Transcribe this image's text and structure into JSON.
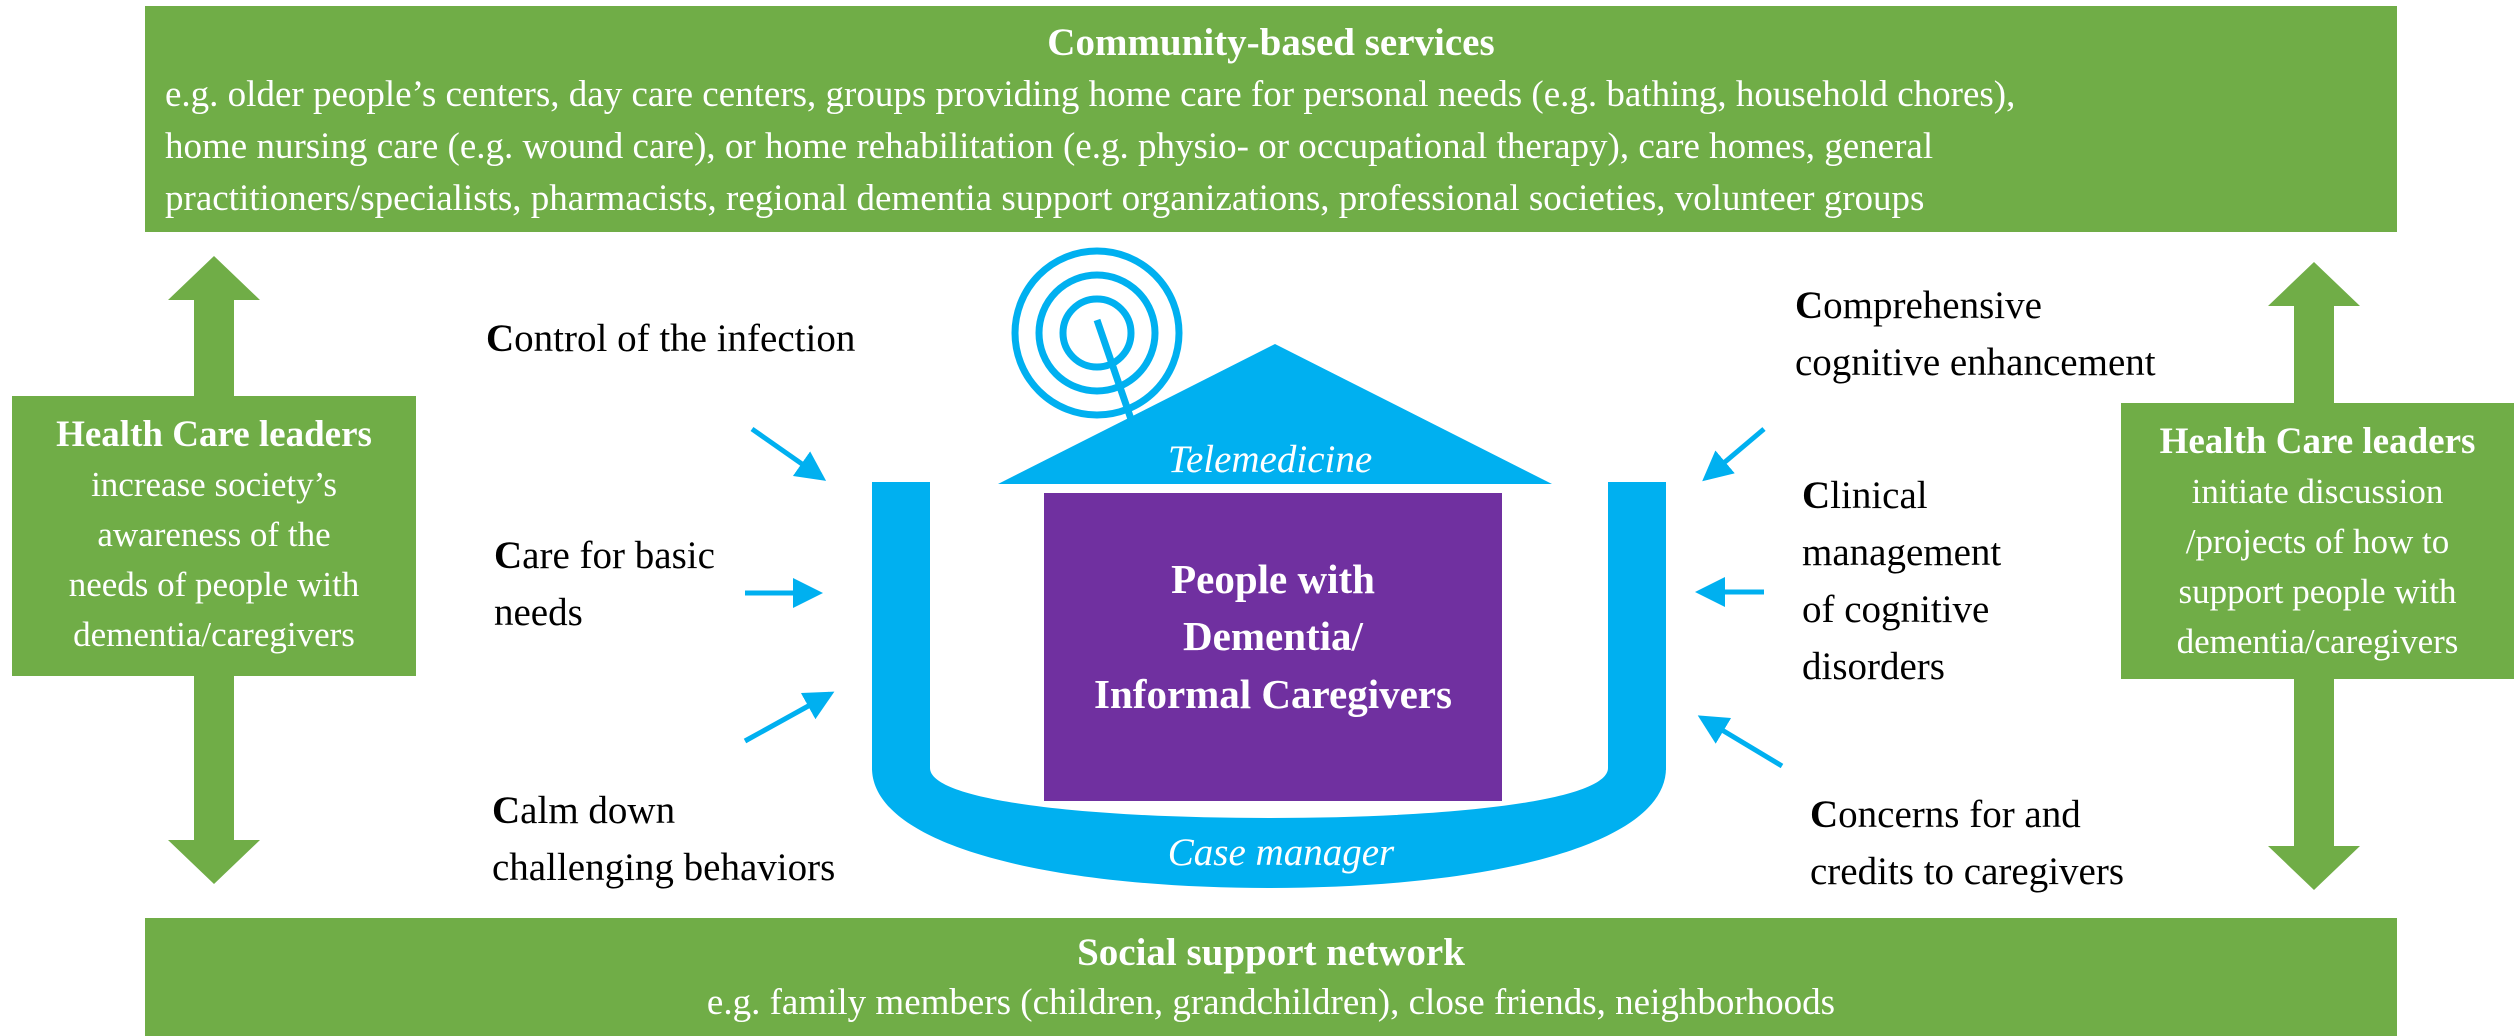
{
  "community": {
    "title": "Community-based services",
    "lines": [
      "e.g. older people’s centers, day care centers, groups providing home care for personal needs (e.g. bathing, household chores),",
      "home nursing care (e.g. wound care), or home rehabilitation (e.g. physio- or occupational therapy), care homes, general",
      "practitioners/specialists, pharmacists, regional dementia support organizations, professional societies, volunteer groups"
    ]
  },
  "social": {
    "title": "Social support network",
    "subtitle": "e.g. family members (children, grandchildren), close friends, neighborhoods"
  },
  "leader_left": {
    "title": "Health Care leaders",
    "lines": [
      "increase society’s",
      "awareness of the",
      "needs of people with",
      "dementia/caregivers"
    ]
  },
  "leader_right": {
    "title": "Health Care leaders",
    "lines": [
      "initiate discussion",
      "/projects of how to",
      "support people with",
      "dementia/caregivers"
    ]
  },
  "left_items": [
    {
      "initial": "C",
      "lines": [
        "ontrol of the infection"
      ]
    },
    {
      "initial": "C",
      "lines": [
        "are for basic",
        "needs"
      ]
    },
    {
      "initial": "C",
      "lines": [
        "alm down",
        "challenging behaviors"
      ]
    }
  ],
  "right_items": [
    {
      "initial": "C",
      "lines": [
        "omprehensive",
        "cognitive enhancement"
      ]
    },
    {
      "initial": "C",
      "lines": [
        "linical",
        "management",
        "of cognitive",
        "disorders"
      ]
    },
    {
      "initial": "C",
      "lines": [
        "oncerns for and",
        "credits to caregivers"
      ]
    }
  ],
  "center": {
    "roof_label": "Telemedicine",
    "base_label": "Case manager",
    "core_lines": [
      "People with",
      "Dementia/",
      "Informal Caregivers"
    ]
  },
  "colors": {
    "green": "#70ad47",
    "blue": "#00b0f0",
    "purple": "#7030a0",
    "white": "#ffffff",
    "black": "#000000"
  },
  "icons": [
    "double-arrow-icon",
    "antenna-spiral-icon",
    "arrow-icon"
  ]
}
